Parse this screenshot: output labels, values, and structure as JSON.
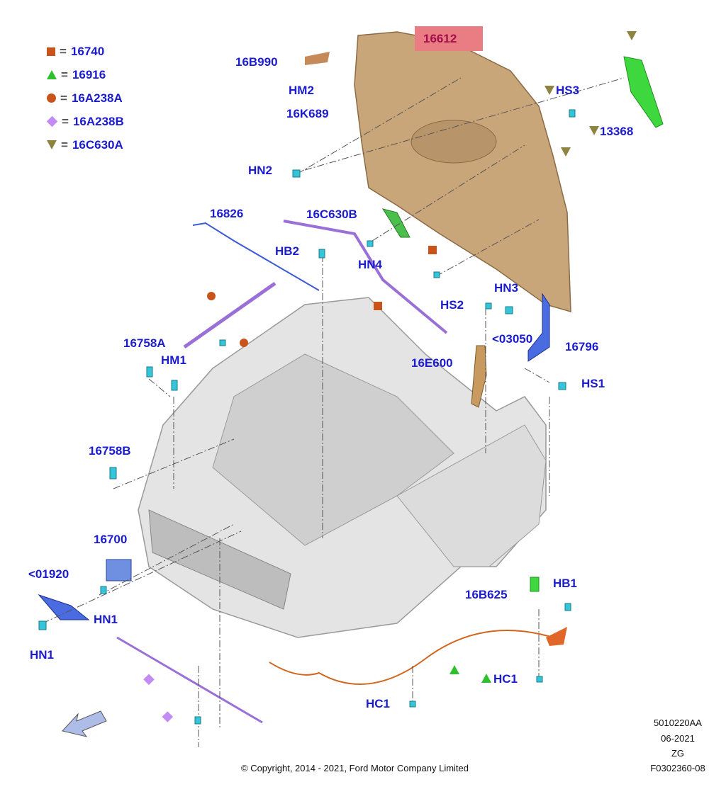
{
  "legend": [
    {
      "symbol": "square-orange",
      "text": "= ",
      "part": "16740"
    },
    {
      "symbol": "triangle-up-green",
      "text": "= ",
      "part": "16916"
    },
    {
      "symbol": "circle-orange",
      "text": "= ",
      "part": "16A238A"
    },
    {
      "symbol": "diamond-purple",
      "text": "= ",
      "part": "16A238B"
    },
    {
      "symbol": "triangle-down-olive",
      "text": "= ",
      "part": "16C630A"
    }
  ],
  "highlighted_part": "16612",
  "labels": {
    "l16B990": "16B990",
    "HM2": "HM2",
    "l16K689": "16K689",
    "HN2": "HN2",
    "HS3": "HS3",
    "l13368": "13368",
    "l16826": "16826",
    "l16C630B": "16C630B",
    "HB2": "HB2",
    "HN4": "HN4",
    "HS2": "HS2",
    "HN3": "HN3",
    "l03050": "<03050",
    "l16796": "16796",
    "l16758A": "16758A",
    "HM1": "HM1",
    "l16E600": "16E600",
    "HS1": "HS1",
    "l16758B": "16758B",
    "l16700": "16700",
    "l01920": "<01920",
    "HN1a": "HN1",
    "HN1b": "HN1",
    "l16B625": "16B625",
    "HB1": "HB1",
    "HC1a": "HC1",
    "HC1b": "HC1"
  },
  "footer": {
    "code": "5010220AA",
    "date": "06-2021",
    "region": "ZG",
    "figure": "F0302360-08",
    "copyright": "© Copyright, 2014 - 2021, Ford Motor Company Limited"
  },
  "colors": {
    "label": "#1c1ccf",
    "hood": "#c9a57a",
    "body": "#e2e2e2",
    "callout": "#ea7d83"
  }
}
